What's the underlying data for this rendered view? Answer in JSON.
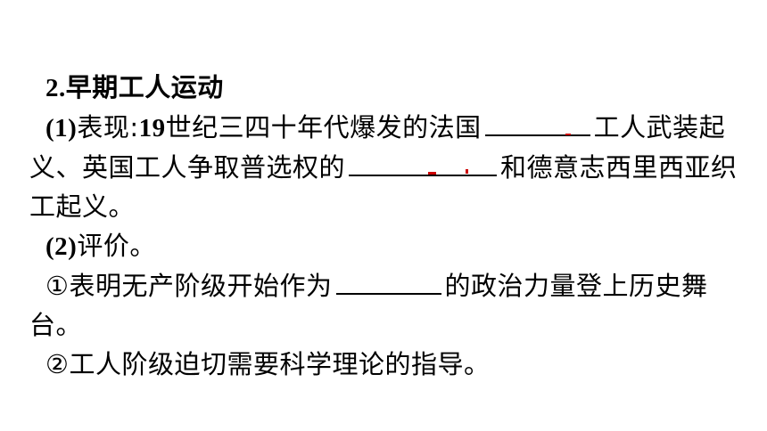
{
  "heading": {
    "number": "2.",
    "title": "早期工人运动"
  },
  "item1": {
    "marker": "(1)",
    "label": "表现:",
    "century": "19",
    "text_a": "世纪三四十年代爆发的法国",
    "text_b": "工人武装起义、英国工人争取普选权的",
    "text_c": "和德意志西里西亚织工起义。"
  },
  "item2": {
    "marker": "(2)",
    "label": "评价。"
  },
  "point1": {
    "text_a": "①表明无产阶级开始作为",
    "text_b": "的政治力量登上历史舞台。"
  },
  "point2": {
    "text": "②工人阶级迫切需要科学理论的指导。"
  },
  "colors": {
    "text": "#000000",
    "background": "#ffffff",
    "red_marks": "#cc0000"
  }
}
